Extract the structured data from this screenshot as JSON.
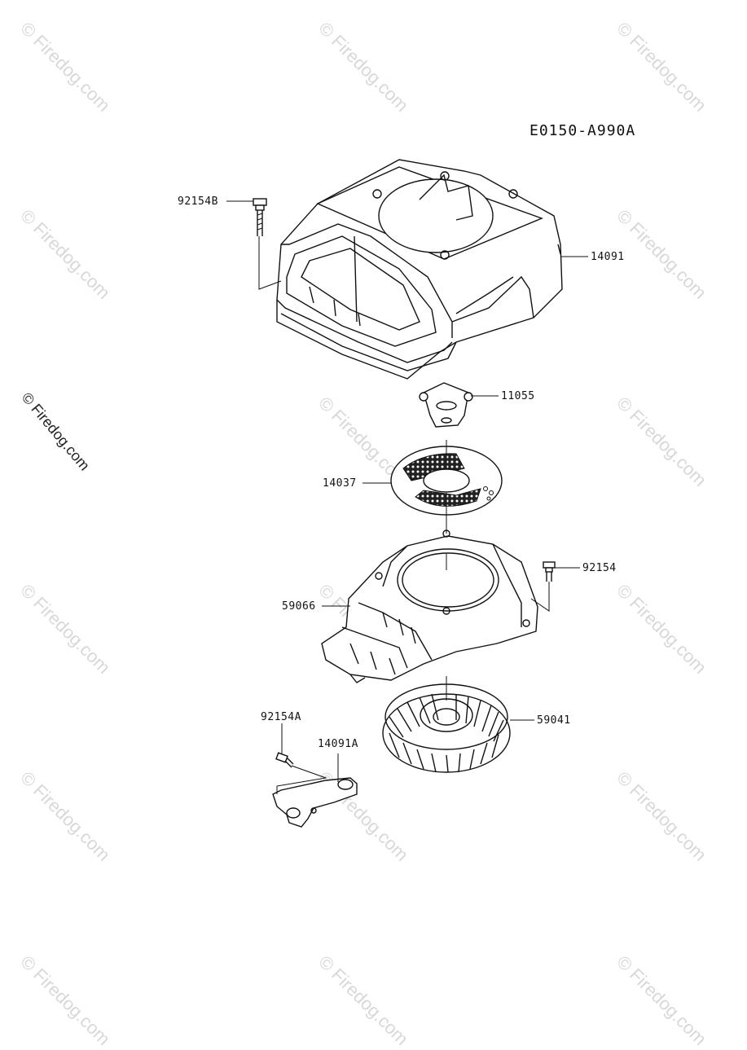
{
  "diagram": {
    "code": "E0150-A990A",
    "parts": [
      {
        "id": "92154B",
        "label": "92154B"
      },
      {
        "id": "14091",
        "label": "14091"
      },
      {
        "id": "11055",
        "label": "11055"
      },
      {
        "id": "14037",
        "label": "14037"
      },
      {
        "id": "92154",
        "label": "92154"
      },
      {
        "id": "59066",
        "label": "59066"
      },
      {
        "id": "59041",
        "label": "59041"
      },
      {
        "id": "92154A",
        "label": "92154A"
      },
      {
        "id": "14091A",
        "label": "14091A"
      }
    ]
  },
  "watermark": {
    "text": "© Firedog.com",
    "side_text": "© Firedog.com"
  }
}
